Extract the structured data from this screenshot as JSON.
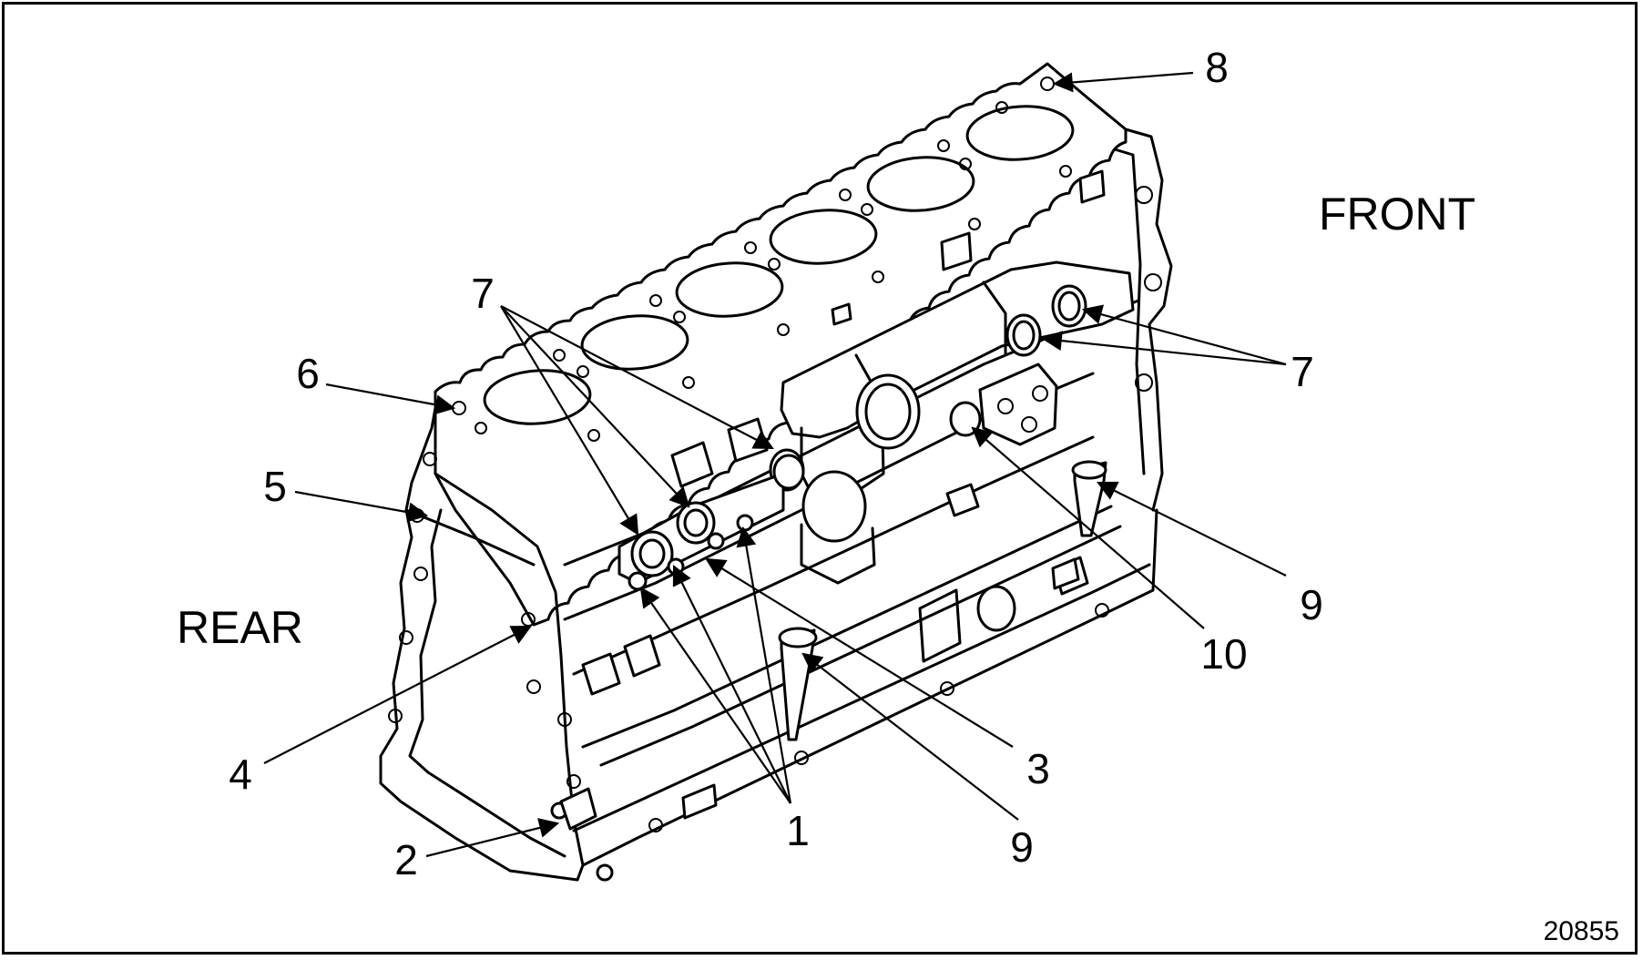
{
  "diagram": {
    "labels": {
      "front": "FRONT",
      "rear": "REAR",
      "figure_number": "20855"
    },
    "callouts": {
      "c1": "1",
      "c2": "2",
      "c3": "3",
      "c4": "4",
      "c5": "5",
      "c6": "6",
      "c7_left": "7",
      "c7_right": "7",
      "c8": "8",
      "c9_lower": "9",
      "c9_right": "9",
      "c10": "10"
    },
    "colors": {
      "ink": "#000000",
      "paper": "#ffffff"
    }
  }
}
